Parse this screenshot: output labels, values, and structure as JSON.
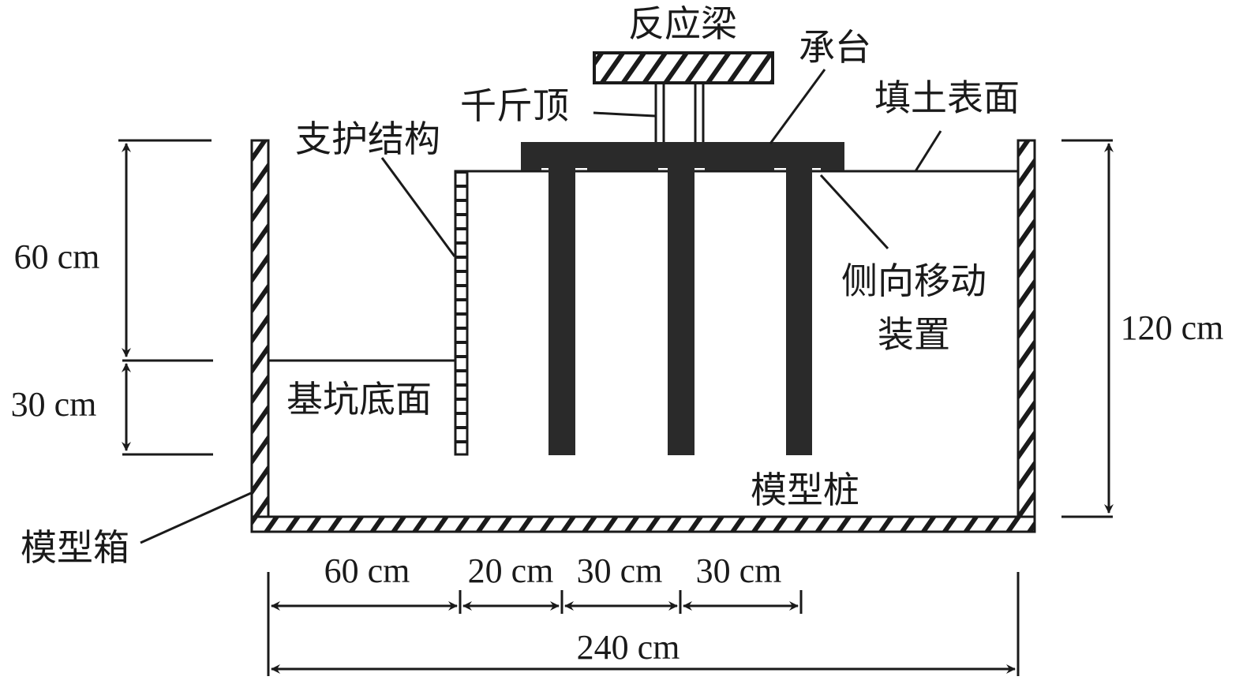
{
  "labels": {
    "reaction_beam": "反应梁",
    "pile_cap": "承台",
    "jack": "千斤顶",
    "fill_surface": "填土表面",
    "support_structure": "支护结构",
    "lateral_device_line1": "侧向移动",
    "lateral_device_line2": "装置",
    "pit_bottom": "基坑底面",
    "model_pile": "模型桩",
    "model_box": "模型箱"
  },
  "dimensions": {
    "left_upper": "60 cm",
    "left_lower": "30 cm",
    "right_height": "120 cm",
    "bottom_1": "60 cm",
    "bottom_2": "20 cm",
    "bottom_3": "30 cm",
    "bottom_4": "30 cm",
    "total_width": "240 cm"
  },
  "colors": {
    "ink": "#1a1a1a",
    "dark_fill": "#2a2a2a"
  }
}
